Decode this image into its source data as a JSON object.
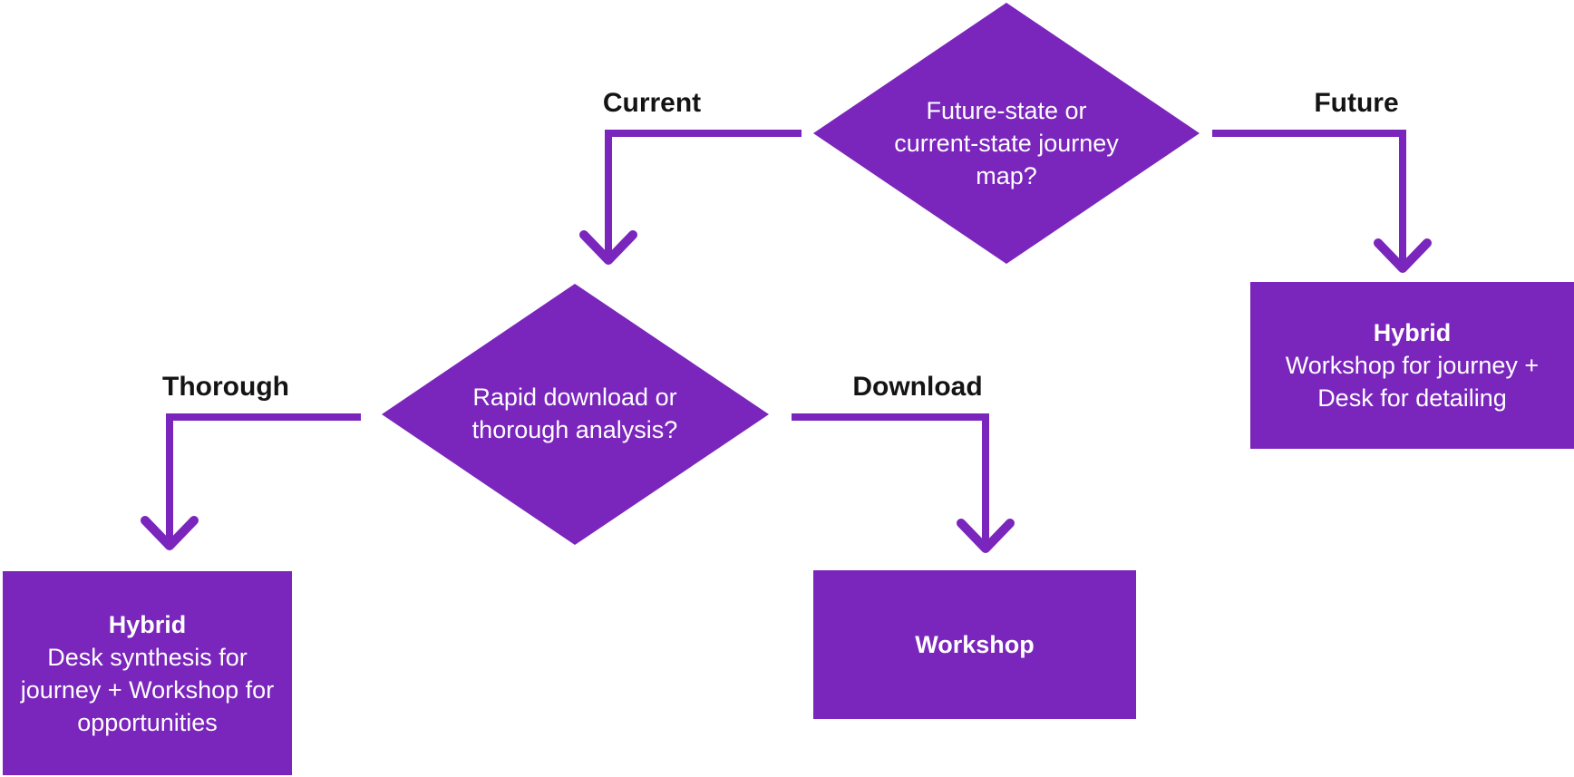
{
  "colors": {
    "accent_purple": "#7A25BC",
    "label_black": "#141414",
    "node_text_white": "#FFFFFF",
    "background": "#FFFFFF"
  },
  "diagram": {
    "decision1": {
      "question": "Future-state or\ncurrent-state journey\nmap?"
    },
    "decision2": {
      "question": "Rapid download or\nthorough analysis?"
    },
    "labels": {
      "current": "Current",
      "future": "Future",
      "thorough": "Thorough",
      "download": "Download"
    },
    "outcomes": {
      "future": {
        "title": "Hybrid",
        "description": "Workshop for journey +\nDesk for detailing"
      },
      "thorough": {
        "title": "Hybrid",
        "description": "Desk synthesis for\njourney + Workshop for\nopportunities"
      },
      "download": {
        "title": "Workshop",
        "description": ""
      }
    }
  }
}
